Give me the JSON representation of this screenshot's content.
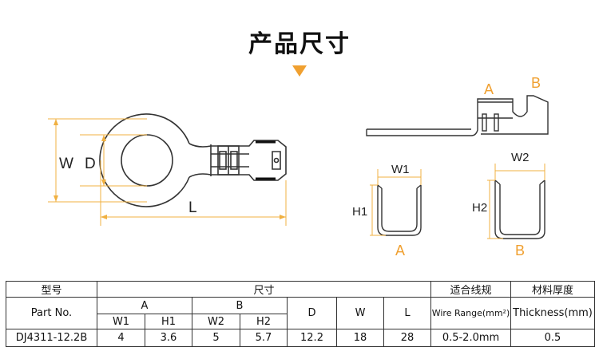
{
  "title": "产品尺寸",
  "labels": {
    "W": "W",
    "D": "D",
    "L": "L",
    "A": "A",
    "B": "B",
    "W1": "W1",
    "W2": "W2",
    "H1": "H1",
    "H2": "H2"
  },
  "table": {
    "header_cn": {
      "model": "型号",
      "dims": "尺寸",
      "wire": "适合线规",
      "thickness": "材料厚度"
    },
    "header_en": {
      "part": "Part No.",
      "A": "A",
      "B": "B",
      "D": "D",
      "W": "W",
      "L": "L",
      "wire": "Wire Range(mm²)",
      "thickness": "Thickness(mm)"
    },
    "sub": {
      "W1": "W1",
      "H1": "H1",
      "W2": "W2",
      "H2": "H2"
    },
    "row": {
      "part": "DJ4311-12.2B",
      "W1": "4",
      "H1": "3.6",
      "W2": "5",
      "H2": "5.7",
      "D": "12.2",
      "W": "18",
      "L": "28",
      "wire": "0.5-2.0mm",
      "thickness": "0.5"
    }
  }
}
